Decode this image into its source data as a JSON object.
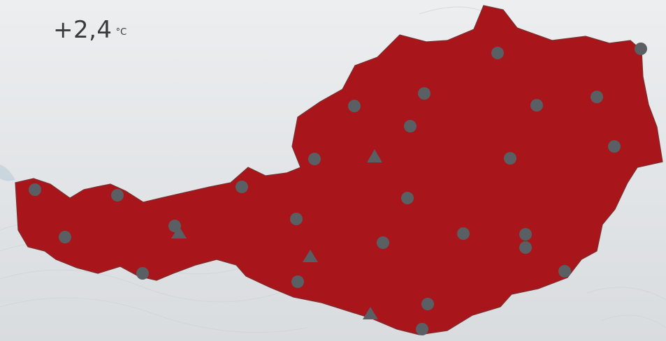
{
  "readout": {
    "value": "+2,4",
    "unit": "°C"
  },
  "colors": {
    "background": "#e6e8ea",
    "relief": "#d7dadd",
    "warming_high": "#a8161b",
    "warming_moderate": "#dd3129",
    "border": "#7e2a2a",
    "station": "#595f62"
  },
  "icons": {
    "station_marker": "filled-circle",
    "mountain_station_marker": "filled-triangle"
  }
}
